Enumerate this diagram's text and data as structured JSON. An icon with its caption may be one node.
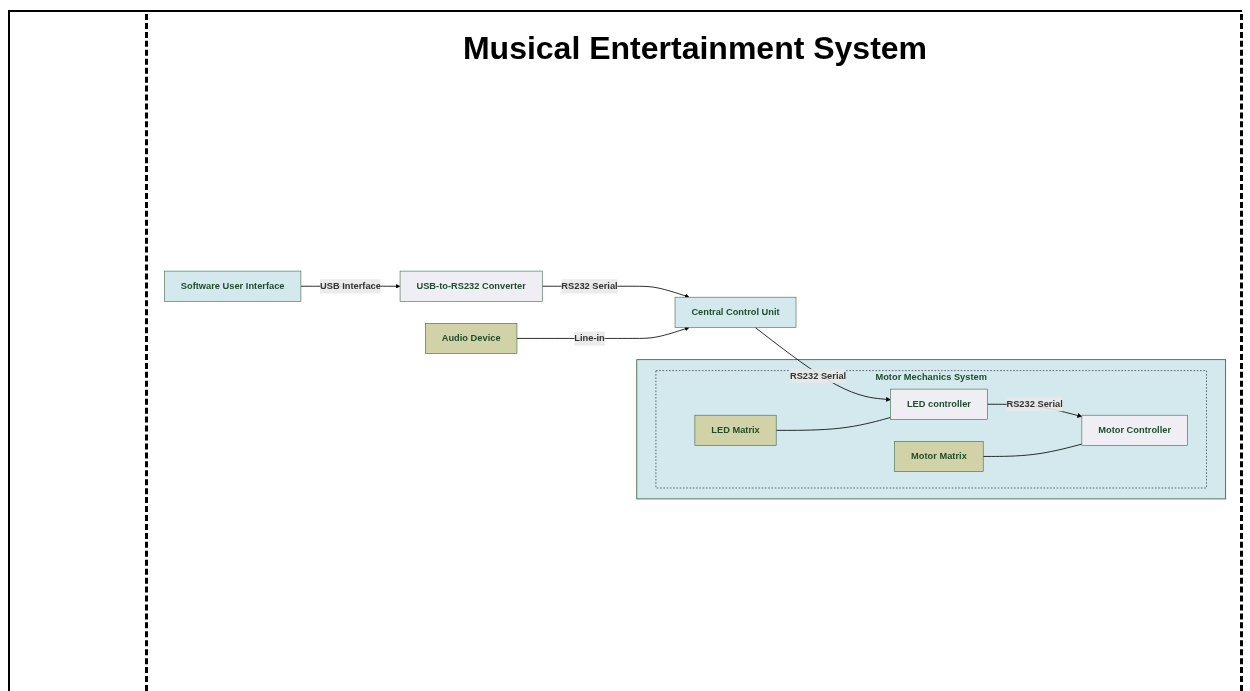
{
  "diagram": {
    "title": "Musical Entertainment System",
    "nodes": [
      {
        "text": [
          "Audio Device"
        ]
      },
      {
        "text": [
          "Software User Interface"
        ]
      },
      {
        "text": [
          "USB-to-RS232 Converter"
        ]
      },
      {
        "text": [
          "Central Control Unit"
        ]
      },
      {
        "text": [],
        "shape": "box"
      },
      {
        "text": [
          "Motor Mechanics System"
        ],
        "in": 4
      },
      {
        "text": [
          "LED Matrix"
        ],
        "in": 5
      },
      {
        "text": [
          "Motor Matrix"
        ],
        "in": 5
      },
      {
        "text": [
          "LED controller"
        ],
        "in": 5
      },
      {
        "text": [
          "Motor Controller"
        ],
        "in": 5
      }
    ],
    "edges": [
      {
        "from": 1,
        "to": 2,
        "arrow": "to",
        "label": "USB Interface"
      },
      {
        "from": 2,
        "to": 3,
        "arrow": "to",
        "label": "RS232 Serial"
      },
      {
        "from": 0,
        "to": 3,
        "arrow": "to",
        "label": "Line-in"
      },
      {
        "from": 3,
        "to": 8,
        "arrow": "to",
        "label": "RS232 Serial"
      },
      {
        "from": 8,
        "to": 9,
        "arrow": "to",
        "label": "RS232 Serial"
      },
      {
        "from": 6,
        "to": 8,
        "arrow": "none"
      },
      {
        "from": 7,
        "to": 9,
        "arrow": "none"
      }
    ]
  }
}
